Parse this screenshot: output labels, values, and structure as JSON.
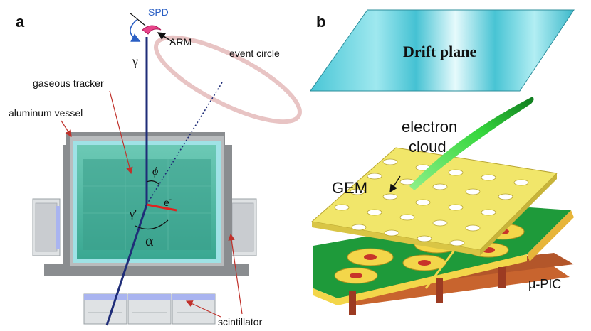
{
  "panel_a": {
    "letter": "a",
    "labels": {
      "spd": "SPD",
      "arm": "ARM",
      "gamma": "γ",
      "event_circle": "event circle",
      "gaseous_tracker": "gaseous tracker",
      "aluminum_vessel": "aluminum vessel",
      "phi": "ϕ",
      "gamma_prime": "γ'",
      "electron": "e",
      "electron_sup": "-",
      "alpha": "α",
      "scintillator": "scintillator"
    }
  },
  "panel_b": {
    "letter": "b",
    "labels": {
      "drift_plane": "Drift plane",
      "electron_line1": "electron",
      "electron_line2": "cloud",
      "gem": "GEM",
      "mu_pic": "μ-PIC"
    }
  },
  "colors": {
    "vessel": "#7f8285",
    "tracker_fill": "#47b7a2",
    "tracker_light": "#a9e6e6",
    "gamma_line": "#1f2d78",
    "electron_track": "#e0221f",
    "event_circle": "#e8c0c0",
    "arc": "#2a5fc4",
    "gem": "#f1e66a",
    "pic_green": "#1e9a3a",
    "pic_yellow": "#f3d64a",
    "copper": "#b3562a",
    "drift_cyan": "#4fd0dd",
    "electron_cloud": "#3ee04a",
    "annotation_arrow": "#c0312b"
  }
}
